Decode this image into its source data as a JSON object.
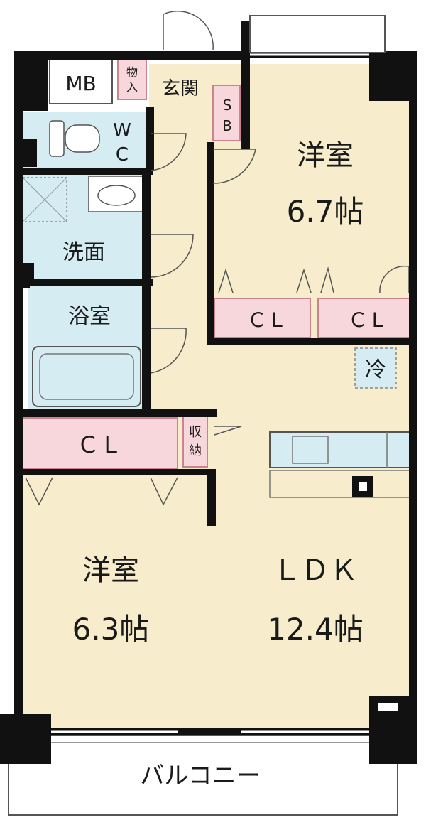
{
  "colors": {
    "wall": "#111111",
    "floor": "#f7eccb",
    "wet": "#d5ecf2",
    "closet": "#f7d6dc",
    "closet_line": "#c9848f",
    "outline": "#555555",
    "balcony": "#ffffff"
  },
  "rooms": {
    "western_top": {
      "name": "洋室",
      "size": "6.7帖"
    },
    "western_bottom": {
      "name": "洋室",
      "size": "6.3帖"
    },
    "ldk": {
      "name": "ＬＤＫ",
      "size": "12.4帖"
    },
    "washroom": {
      "name": "洗面"
    },
    "bath": {
      "name": "浴室"
    },
    "entrance": {
      "name": "玄関"
    },
    "toilet": {
      "name": "ＷＣ",
      "line1": "W",
      "line2": "C"
    },
    "meter_box": {
      "name": "MB"
    },
    "storage_entry": {
      "name": "物入",
      "line1": "物",
      "line2": "入"
    },
    "shoe_box": {
      "name": "SB",
      "line1": "S",
      "line2": "B"
    },
    "storage_ldk": {
      "name": "収納",
      "line1": "収",
      "line2": "納"
    },
    "fridge": {
      "name": "冷"
    },
    "closet_left": {
      "name": "ＣＬ"
    },
    "closet_mid": {
      "name": "ＣＬ"
    },
    "closet_right": {
      "name": "ＣＬ"
    },
    "balcony": {
      "name": "バルコニー"
    }
  }
}
